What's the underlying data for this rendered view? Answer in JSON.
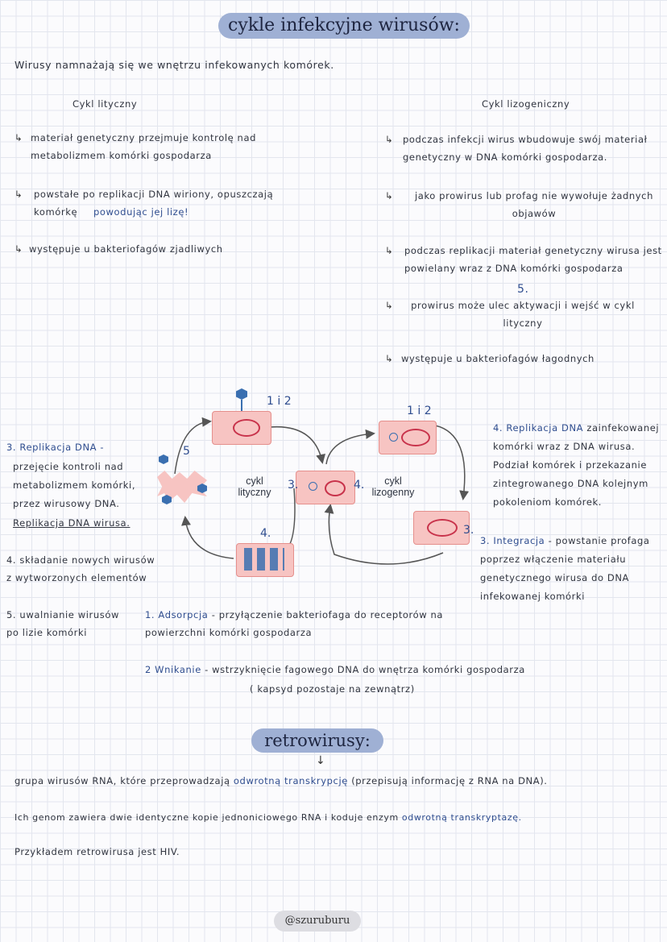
{
  "title": "cykle infekcyjne wirusów:",
  "intro": "Wirusy namnażają się we wnętrzu infekowanych komórek.",
  "lytic": {
    "heading": "Cykl lityczny",
    "points": [
      "materiał genetyczny przejmuje kontrolę nad metabolizmem komórki gospodarza",
      "powstałe po replikacji DNA wiriony, opuszczają komórkę",
      "powodując jej lizę!",
      "występuje u bakteriofagów zjadliwych"
    ]
  },
  "lyso": {
    "heading": "Cykl lizogeniczny",
    "points": [
      "podczas infekcji wirus wbudowuje swój materiał genetyczny w DNA komórki gospodarza.",
      "jako prowirus lub profag nie wywołuje żadnych objawów",
      "podczas replikacji materiał genetyczny wirusa jest powielany wraz z DNA komórki gospodarza",
      "5.",
      "prowirus może ulec aktywacji i wejść w cykl lityczny",
      "występuje u bakteriofagów łagodnych"
    ]
  },
  "diagram": {
    "label_lytic": "cykl\nlityczny",
    "label_lyso": "cykl\nlizogenny",
    "n12a": "1 i 2",
    "n12b": "1 i 2",
    "n3a": "3.",
    "n4a": "4.",
    "n3b": "3.",
    "n4b": "4.",
    "n5": "5"
  },
  "left_notes": {
    "step3_title": "3. Replikacja DNA -",
    "step3_body": "przejęcie kontroli nad metabolizmem komórki, przez wirusowy DNA.",
    "step3_extra": "Replikacja DNA wirusa.",
    "step4": "4. składanie nowych wirusów z wytworzonych elementów",
    "step5": "5. uwalnianie wirusów po lizie komórki"
  },
  "right_notes": {
    "step4_title": "4. Replikacja DNA",
    "step4_body": "zainfekowanej komórki wraz z DNA wirusa. Podział komórek i przekazanie zintegrowanego DNA kolejnym pokoleniom komórek.",
    "step3_title": "3. Integracja",
    "step3_body": "- powstanie profaga poprzez włączenie materiału genetycznego wirusa do DNA infekowanej komórki"
  },
  "steps": {
    "s1_label": "1. Adsorpcja",
    "s1_body": "- przyłączenie bakteriofaga do receptorów na powierzchni komórki gospodarza",
    "s2_label": "2 Wnikanie",
    "s2_body": "- wstrzyknięcie fagowego DNA do wnętrza komórki gospodarza",
    "s2_note": "( kapsyd pozostaje na zewnątrz)"
  },
  "retro": {
    "title": "retrowirusy:",
    "arrow": "↓",
    "line1_a": "grupa wirusów RNA, które przeprowadzają",
    "line1_b": "odwrotną transkrypcję",
    "line1_c": "(przepisują informację z RNA na DNA).",
    "line2_a": "Ich genom zawiera dwie identyczne kopie jednoniciowego RNA i koduje enzym",
    "line2_b": "odwrotną transkryptazę.",
    "line3": "Przykładem retrowirusa jest HIV."
  },
  "footer": "@szuruburu"
}
